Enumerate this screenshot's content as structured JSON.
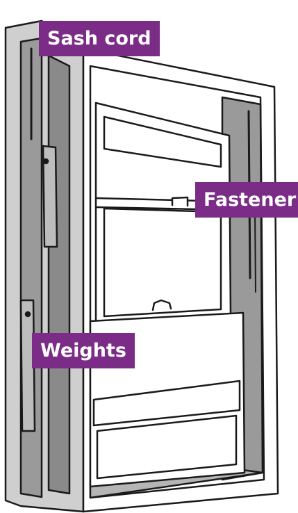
{
  "labels": {
    "sash_cord": "Sash cord",
    "fastener": "Fastener",
    "weights": "Weights"
  },
  "colors": {
    "label_bg": "#7b2c86",
    "label_text": "#ffffff",
    "line": "#1a1a1a",
    "shadow_grey": "#9a9a9a",
    "light_grey": "#cfcfcf",
    "paper": "#ffffff"
  }
}
